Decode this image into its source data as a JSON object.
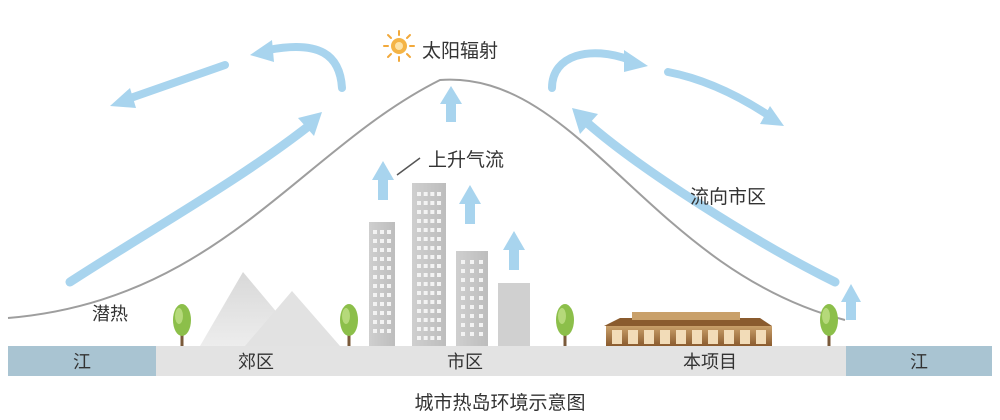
{
  "labels": {
    "sun": "太阳辐射",
    "rising_air": "上升气流",
    "flow_to_city": "流向市区",
    "latent_heat": "潜热"
  },
  "ground": {
    "river_left": "江",
    "suburb": "郊区",
    "city": "市区",
    "project": "本项目",
    "river_right": "江"
  },
  "caption": "城市热岛环境示意图",
  "colors": {
    "arrow": "#a8d4ee",
    "river": "#a9c4d2",
    "land": "#e3e3e3",
    "curve": "#9e9e9e",
    "sun": "#f2a93b"
  }
}
